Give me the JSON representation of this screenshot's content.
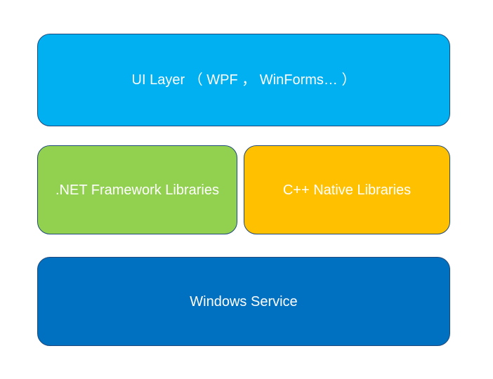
{
  "canvas": {
    "background_color": "#FFFFFF",
    "text_color": "#FFFFFF",
    "outline_color": "#1F497D"
  },
  "diagram": {
    "type": "layered-architecture",
    "boxes": [
      {
        "id": "ui-layer",
        "label": "UI Layer （ WPF ， WinForms… ）",
        "fill": "#00B0F0",
        "border": "#1F497D",
        "row": 1
      },
      {
        "id": "dotnet-framework-libraries",
        "label": ".NET Framework Libraries",
        "fill": "#92D050",
        "border": "#1F497D",
        "row": 2
      },
      {
        "id": "cpp-native-libraries",
        "label": "C++ Native Libraries",
        "fill": "#FFC000",
        "border": "#1F497D",
        "row": 2
      },
      {
        "id": "windows-service",
        "label": "Windows Service",
        "fill": "#0070C0",
        "border": "#1F497D",
        "row": 3
      }
    ]
  }
}
